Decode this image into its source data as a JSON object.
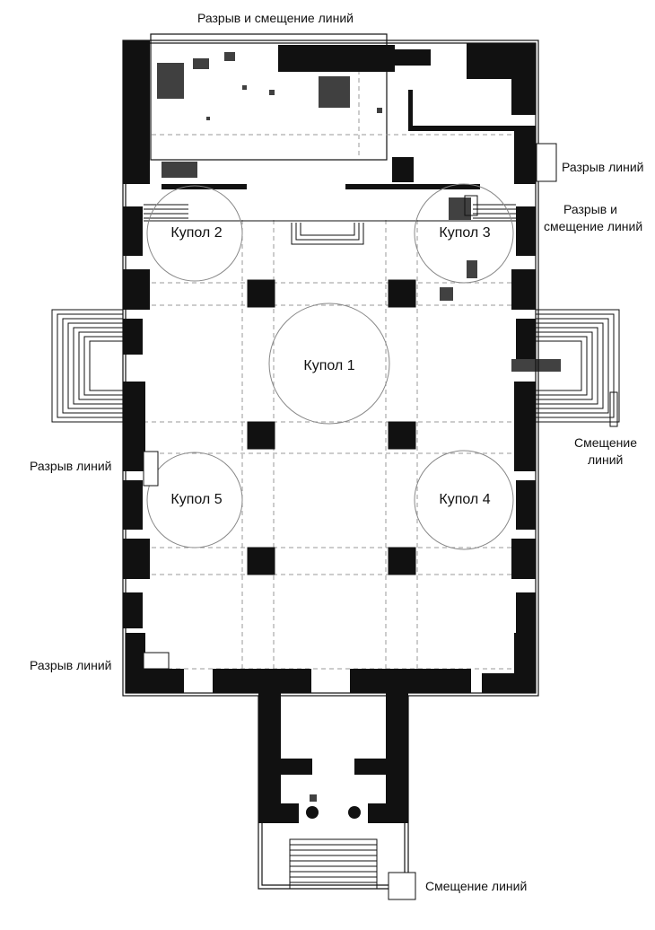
{
  "domes": {
    "d1": "Купол 1",
    "d2": "Купол 2",
    "d3": "Купол 3",
    "d4": "Купол 4",
    "d5": "Купол 5"
  },
  "annotations": {
    "top": "Разрыв и смещение линий",
    "right_gap": "Разрыв линий",
    "right_gap_shift_1": "Разрыв и",
    "right_gap_shift_2": "смещение линий",
    "right_shift_1": "Смещение",
    "right_shift_2": "линий",
    "left_gap_1": "Разрыв линий",
    "left_gap_2": "Разрыв линий",
    "bottom_shift": "Смещение линий"
  },
  "colors": {
    "ink": "#111111",
    "guide": "#9a9a9a",
    "background": "#ffffff"
  }
}
